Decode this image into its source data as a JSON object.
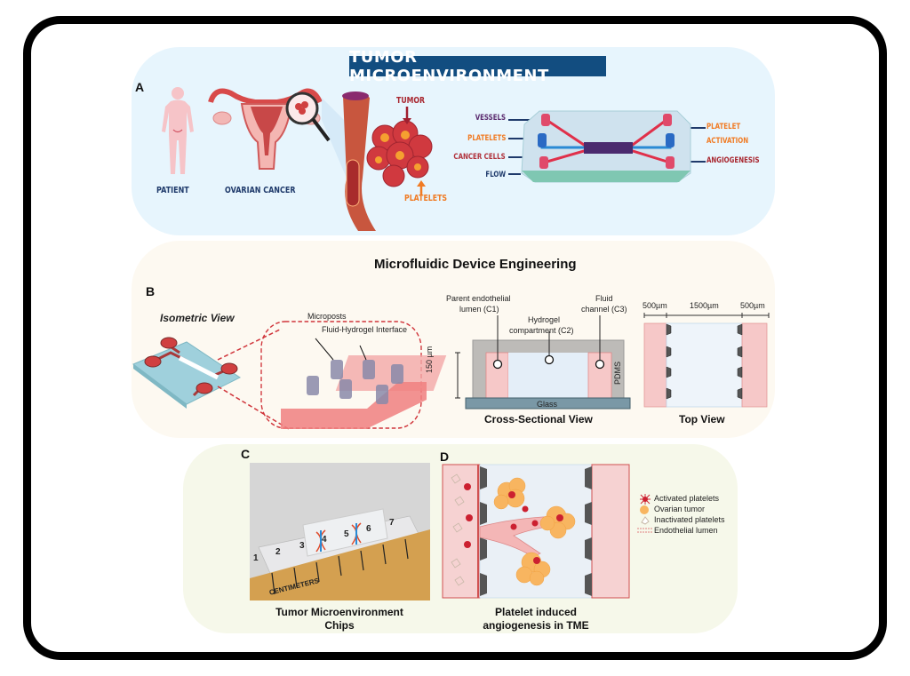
{
  "panel_a": {
    "letter": "A",
    "banner": "TUMOR MICROENVIRONMENT",
    "captions": {
      "patient": "PATIENT",
      "ovarian_cancer": "OVARIAN CANCER",
      "tumor": "TUMOR",
      "platelets": "PLATELETS"
    },
    "chip_labels_left": [
      "VESSELS",
      "PLATELETS",
      "CANCER CELLS",
      "FLOW"
    ],
    "chip_labels_right": [
      "PLATELET",
      "ACTIVATION",
      "ANGIOGENESIS"
    ],
    "colors": {
      "banner_bg": "#124d80",
      "vessels": "#5a2a6e",
      "platelets": "#f07b24",
      "cancer_cells": "#b0303a",
      "flow": "#1f3a6b"
    }
  },
  "panel_b": {
    "letter": "B",
    "title": "Microfluidic Device Engineering",
    "isometric_view": "Isometric View",
    "microposts": "Microposts",
    "interface": "Fluid-Hydrogel Interface",
    "cross_section": {
      "c1_line1": "Parent endothelial",
      "c1_line2": "lumen (C1)",
      "c2_line1": "Hydrogel",
      "c2_line2": "compartment (C2)",
      "c3_line1": "Fluid",
      "c3_line2": "channel (C3)",
      "height": "150 µm",
      "pdms": "PDMS",
      "glass": "Glass",
      "caption": "Cross-Sectional View"
    },
    "top_view": {
      "dims": [
        "500µm",
        "1500µm",
        "500µm"
      ],
      "caption": "Top View"
    }
  },
  "panel_c": {
    "letter": "C",
    "ruler_numbers": [
      "1",
      "2",
      "3",
      "4",
      "5",
      "6",
      "7"
    ],
    "ruler_text": "CENTIMETERS",
    "caption_line1": "Tumor Microenvironment",
    "caption_line2": "Chips"
  },
  "panel_d": {
    "letter": "D",
    "legend": [
      {
        "label": "Activated platelets",
        "icon": "activated-platelet-icon"
      },
      {
        "label": "Ovarian tumor",
        "icon": "ovarian-tumor-icon"
      },
      {
        "label": "Inactivated platelets",
        "icon": "inactivated-platelet-icon"
      },
      {
        "label": "Endothelial lumen",
        "icon": "endothelial-lumen-icon"
      }
    ],
    "caption_line1": "Platelet induced",
    "caption_line2": "angiogenesis in TME"
  }
}
